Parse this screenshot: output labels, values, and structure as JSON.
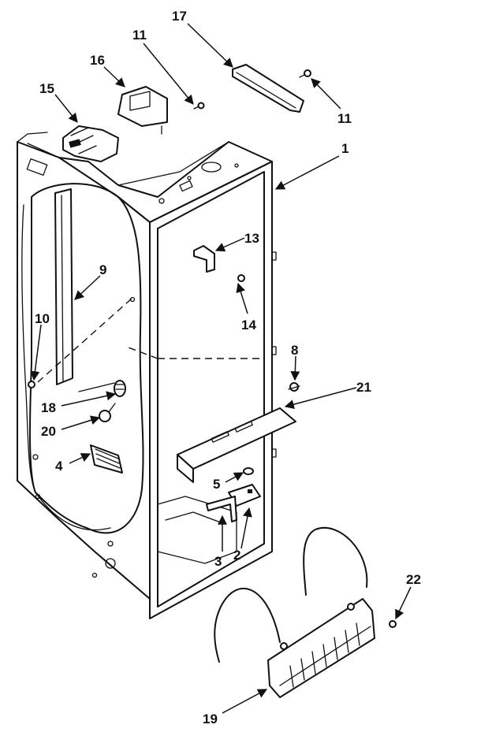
{
  "callouts": [
    {
      "id": "1",
      "text": "1"
    },
    {
      "id": "2",
      "text": "2"
    },
    {
      "id": "3",
      "text": "3"
    },
    {
      "id": "4",
      "text": "4"
    },
    {
      "id": "5",
      "text": "5"
    },
    {
      "id": "8",
      "text": "8"
    },
    {
      "id": "9",
      "text": "9"
    },
    {
      "id": "10",
      "text": "10"
    },
    {
      "id": "11a",
      "text": "11"
    },
    {
      "id": "11b",
      "text": "11"
    },
    {
      "id": "13",
      "text": "13"
    },
    {
      "id": "14",
      "text": "14"
    },
    {
      "id": "15",
      "text": "15"
    },
    {
      "id": "16",
      "text": "16"
    },
    {
      "id": "17",
      "text": "17"
    },
    {
      "id": "18",
      "text": "18"
    },
    {
      "id": "19",
      "text": "19"
    },
    {
      "id": "20",
      "text": "20"
    },
    {
      "id": "21",
      "text": "21"
    },
    {
      "id": "22",
      "text": "22"
    }
  ]
}
